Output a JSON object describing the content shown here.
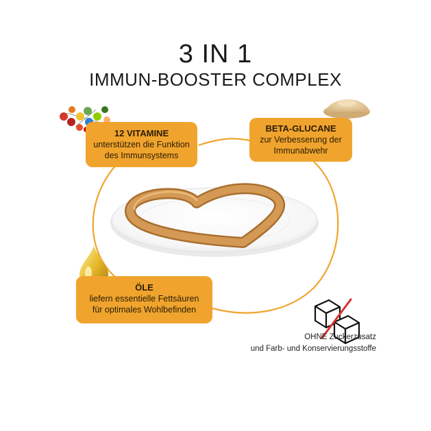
{
  "title": {
    "main": "3 IN 1",
    "sub": "IMMUN-BOOSTER COMPLEX"
  },
  "vitamins": {
    "heading": "12 VITAMINE",
    "line1": "unterstützen die Funktion",
    "line2": "des Immunsystems",
    "icon": "vitamin-molecules-icon"
  },
  "beta": {
    "heading": "BETA-GLUCANE",
    "line1": "zur Verbesserung der",
    "line2": "Immunabwehr",
    "icon": "powder-pile-icon"
  },
  "oils": {
    "heading": "ÖLE",
    "line1": "liefern essentielle Fettsäuren",
    "line2": "für optimales Wohlbefinden",
    "icon": "oil-drop-icon"
  },
  "no_sugar": {
    "line1": "OHNE Zuckerzusatz",
    "line2": "und Farb- und Konservierungsstoffe",
    "icon": "no-sugar-cubes-icon"
  },
  "colors": {
    "accent": "#f0a42d",
    "heart": "#c98a44",
    "strike": "#d8322f"
  }
}
